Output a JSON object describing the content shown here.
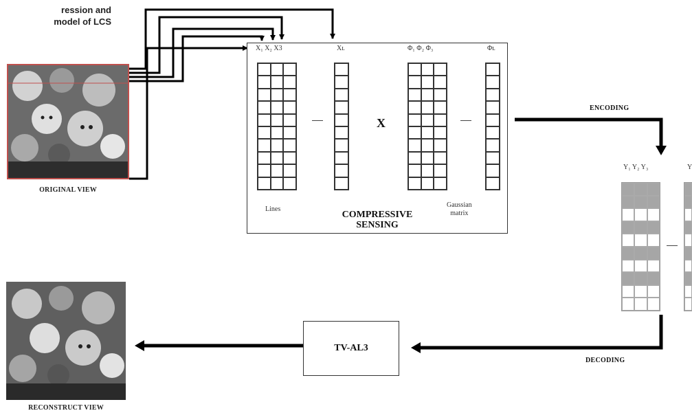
{
  "caption": {
    "line1": "ression and",
    "line2": "model of LCS"
  },
  "original_view": {
    "label": "ORIGINAL VIEW"
  },
  "reconstruct_view": {
    "label": "RECONSTRUCT VIEW"
  },
  "compressive_sensing": {
    "title_line1": "COMPRESSIVE",
    "title_line2": "SENSING",
    "x_labels": "X₁ X₂ X3",
    "xl_label": "Xʟ",
    "phi_labels": "Φ₁ Φ₂ Φ₃",
    "phil_label": "Φʟ",
    "lines_label": "Lines",
    "gaussian_line1": "Gaussian",
    "gaussian_line2": "matrix",
    "multiply_symbol": "X",
    "ellipsis": "—"
  },
  "encoding": {
    "label": "ENCODING"
  },
  "decoding": {
    "label": "DECODING"
  },
  "output": {
    "y_labels": "Y₁ Y₂ Y₃",
    "y_partial": "Y",
    "ellipsis": "—"
  },
  "tv_al3": {
    "label": "TV-AL3"
  },
  "colors": {
    "original_border": "#c0504d",
    "arrow": "#000000",
    "gray_cell": "#a6a6a6"
  }
}
